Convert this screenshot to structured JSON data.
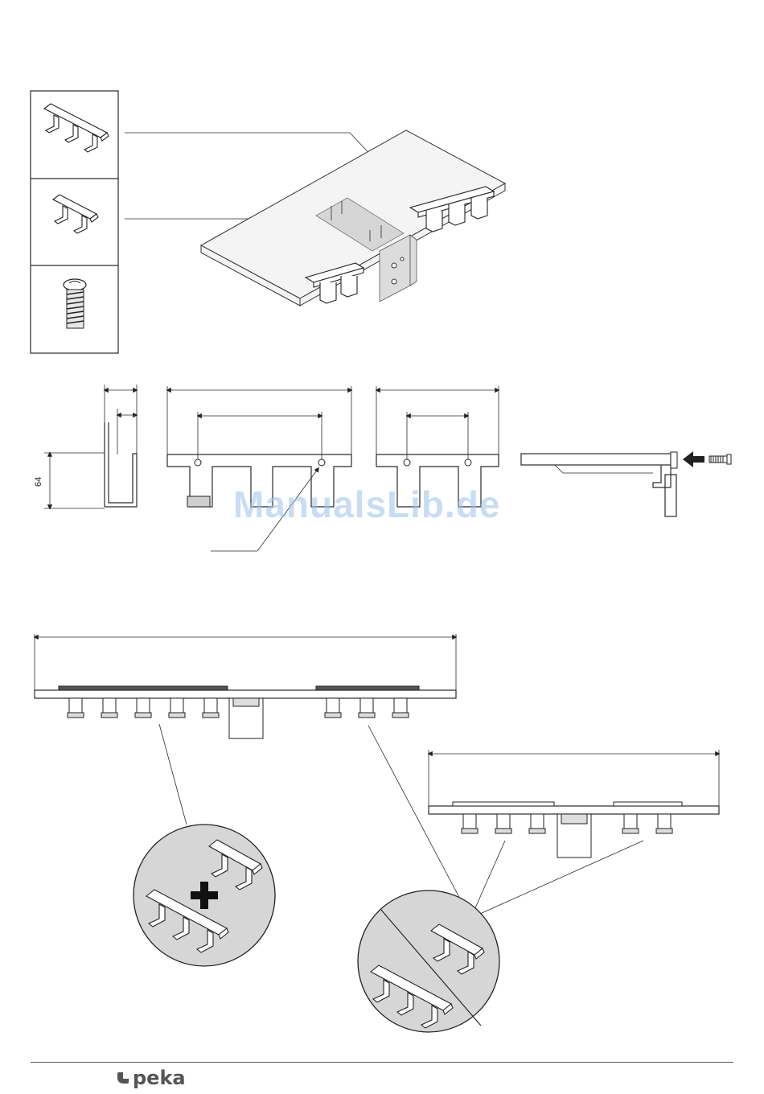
{
  "dimension_labels": {
    "height": "64"
  },
  "watermark": "ManualsLib.de",
  "brand": {
    "name": "peka"
  },
  "icons": [
    "hook-rail-three-icon",
    "hook-rail-two-icon",
    "screw-icon",
    "plus-icon",
    "arrow-icon",
    "logo-mark-icon"
  ]
}
